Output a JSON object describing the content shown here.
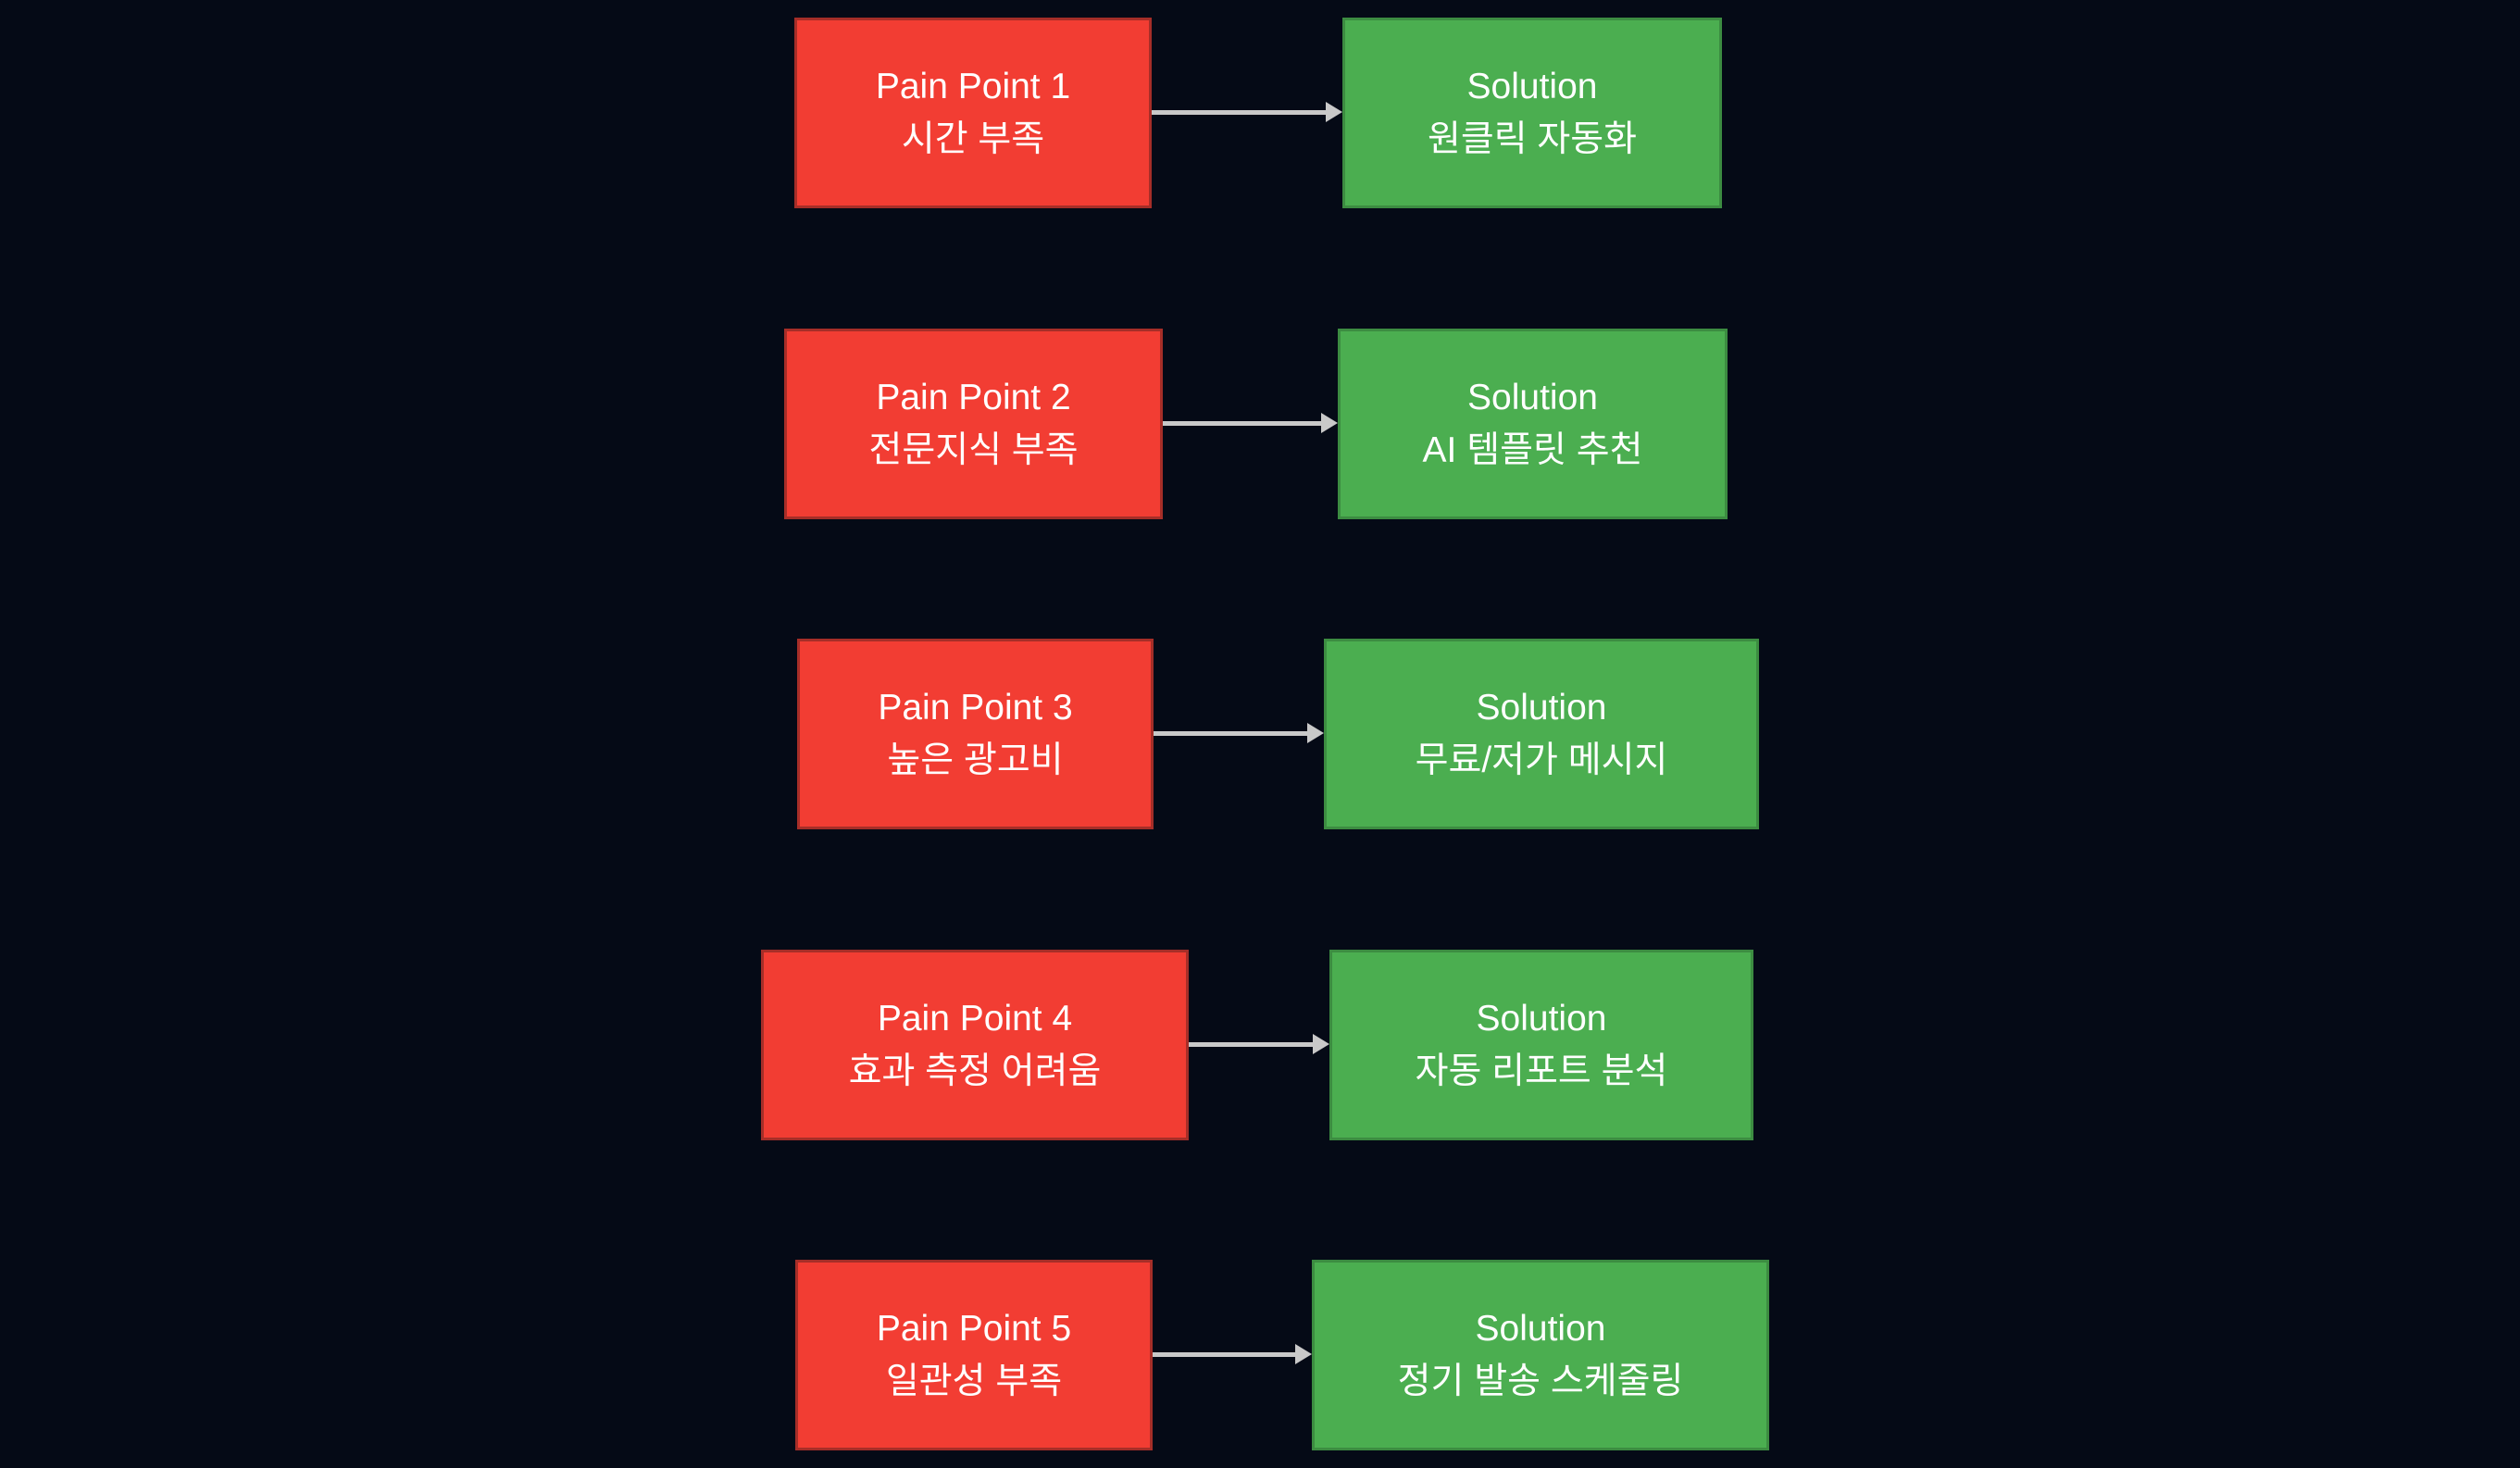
{
  "diagram": {
    "colors": {
      "background": "#050a16",
      "pain_fill": "#f23d33",
      "pain_border": "#a62e28",
      "solution_fill": "#4bae50",
      "solution_border": "#3c8c41",
      "arrow": "#c9c9c9",
      "text": "#ffffff"
    },
    "rows": [
      {
        "pain_title": "Pain Point 1",
        "pain_desc": "시간 부족",
        "solution_title": "Solution",
        "solution_desc": "원클릭 자동화"
      },
      {
        "pain_title": "Pain Point 2",
        "pain_desc": "전문지식 부족",
        "solution_title": "Solution",
        "solution_desc": "AI 템플릿 추천"
      },
      {
        "pain_title": "Pain Point 3",
        "pain_desc": "높은 광고비",
        "solution_title": "Solution",
        "solution_desc": "무료/저가 메시지"
      },
      {
        "pain_title": "Pain Point 4",
        "pain_desc": "효과 측정 어려움",
        "solution_title": "Solution",
        "solution_desc": "자동 리포트 분석"
      },
      {
        "pain_title": "Pain Point 5",
        "pain_desc": "일관성 부족",
        "solution_title": "Solution",
        "solution_desc": "정기 발송 스케줄링"
      }
    ]
  }
}
